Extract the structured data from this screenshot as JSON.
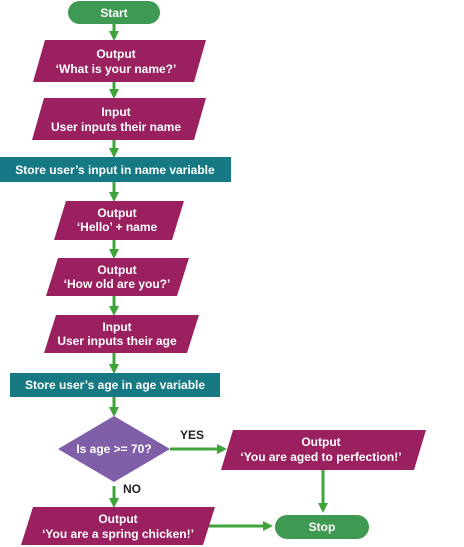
{
  "colors": {
    "terminal": "#3E9A52",
    "io": "#9B2060",
    "process": "#167984",
    "decision": "#7F5FA8",
    "arrow": "#3FA53B",
    "text": "#ffffff",
    "label": "#222222"
  },
  "nodes": {
    "start": {
      "label": "Start"
    },
    "out1": {
      "line1": "Output",
      "line2": "‘What is your name?’"
    },
    "in1": {
      "line1": "Input",
      "line2": "User inputs their name"
    },
    "store1": {
      "label": "Store user’s input in name variable"
    },
    "out2": {
      "line1": "Output",
      "line2": "‘Hello’ + name"
    },
    "out3": {
      "line1": "Output",
      "line2": "‘How old are you?’"
    },
    "in2": {
      "line1": "Input",
      "line2": "User inputs their age"
    },
    "store2": {
      "label": "Store user’s age in age variable"
    },
    "decision": {
      "label": "Is age >= 70?"
    },
    "outYes": {
      "line1": "Output",
      "line2": "‘You are aged to perfection!’"
    },
    "outNo": {
      "line1": "Output",
      "line2": "‘You are a spring chicken!’"
    },
    "stop": {
      "label": "Stop"
    }
  },
  "edges": {
    "yes_label": "YES",
    "no_label": "NO"
  }
}
